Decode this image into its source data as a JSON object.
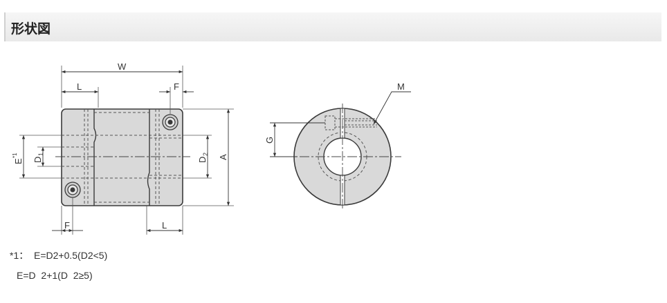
{
  "section_title": "形状図",
  "side_view": {
    "label_W": "W",
    "label_L_top": "L",
    "label_F_top": "F",
    "label_E": "E",
    "label_E_sup": "*1",
    "label_D1_main": "D",
    "label_D1_sub": "1",
    "label_D2_main": "D",
    "label_D2_sub": "2",
    "label_A": "A",
    "label_F_bottom": "F",
    "label_L_bottom": "L"
  },
  "front_view": {
    "label_M": "M",
    "label_G": "G"
  },
  "notes": {
    "line1": "*1：  E=D2+0.5(D2<5)",
    "line2": "E=D  2+1(D  2≥5)"
  },
  "colors": {
    "line": "#3a3a3a",
    "fill": "#d6d6d6",
    "header_bg": "#ececec"
  }
}
